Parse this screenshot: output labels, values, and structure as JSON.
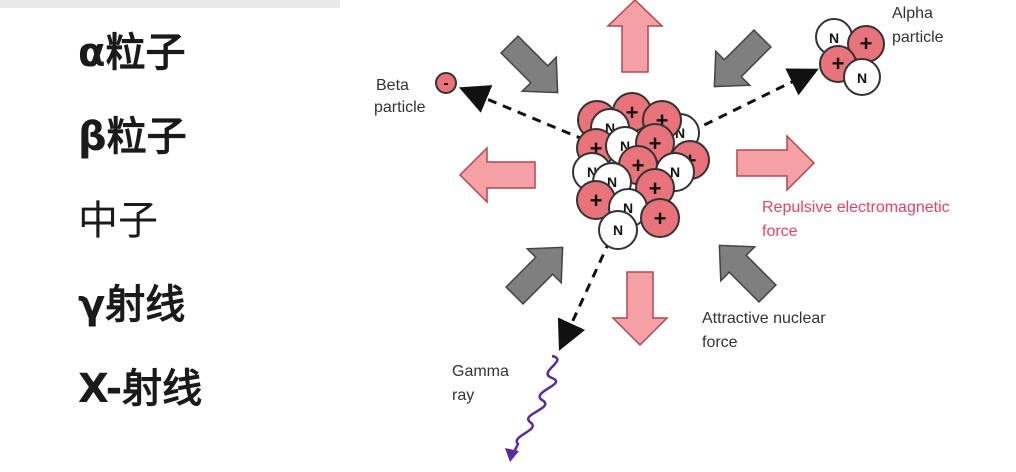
{
  "particle_list": [
    {
      "label": "α粒子"
    },
    {
      "label": "β粒子"
    },
    {
      "label": "中子"
    },
    {
      "label": "γ射线"
    },
    {
      "label": "X-射线"
    }
  ],
  "diagram": {
    "beta_label_line1": "Beta",
    "beta_label_line2": "particle",
    "alpha_label_line1": "Alpha",
    "alpha_label_line2": "particle",
    "repulsive_label_line1": "Repulsive electromagnetic",
    "repulsive_label_line2": "force",
    "attractive_label_line1": "Attractive nuclear",
    "attractive_label_line2": "force",
    "gamma_label_line1": "Gamma",
    "gamma_label_line2": "ray",
    "neutron_symbol": "N",
    "proton_symbol": "+",
    "electron_symbol": "-",
    "colors": {
      "proton": "#e8737b",
      "neutron": "#ffffff",
      "repulsive_arrow": "#f4a0a4",
      "attractive_arrow": "#7f7f7f",
      "repulsive_text": "#e8406a",
      "gamma": "#5b2a9e"
    }
  }
}
